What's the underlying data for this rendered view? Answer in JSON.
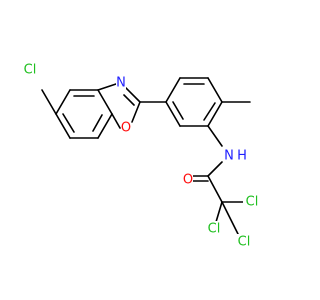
{
  "colors": {
    "background": "#ffffff",
    "bond": "#000000",
    "carbon": "#000000",
    "nitrogen": "#1f1fff",
    "oxygen": "#ff0d0d",
    "chlorine": "#1fbf1f"
  },
  "atoms": {
    "cl_benzoxazole": {
      "label": "Cl",
      "element": "chlorine"
    },
    "n_oxazole": {
      "label": "N",
      "element": "nitrogen"
    },
    "o_oxazole": {
      "label": "O",
      "element": "oxygen"
    },
    "n_amide": {
      "label": "N",
      "element": "nitrogen"
    },
    "h_amide": {
      "label": "H",
      "element": "nitrogen"
    },
    "o_carbonyl": {
      "label": "O",
      "element": "oxygen"
    },
    "cl_top": {
      "label": "Cl",
      "element": "chlorine"
    },
    "cl_left": {
      "label": "Cl",
      "element": "chlorine"
    },
    "cl_bottom": {
      "label": "Cl",
      "element": "chlorine"
    }
  }
}
